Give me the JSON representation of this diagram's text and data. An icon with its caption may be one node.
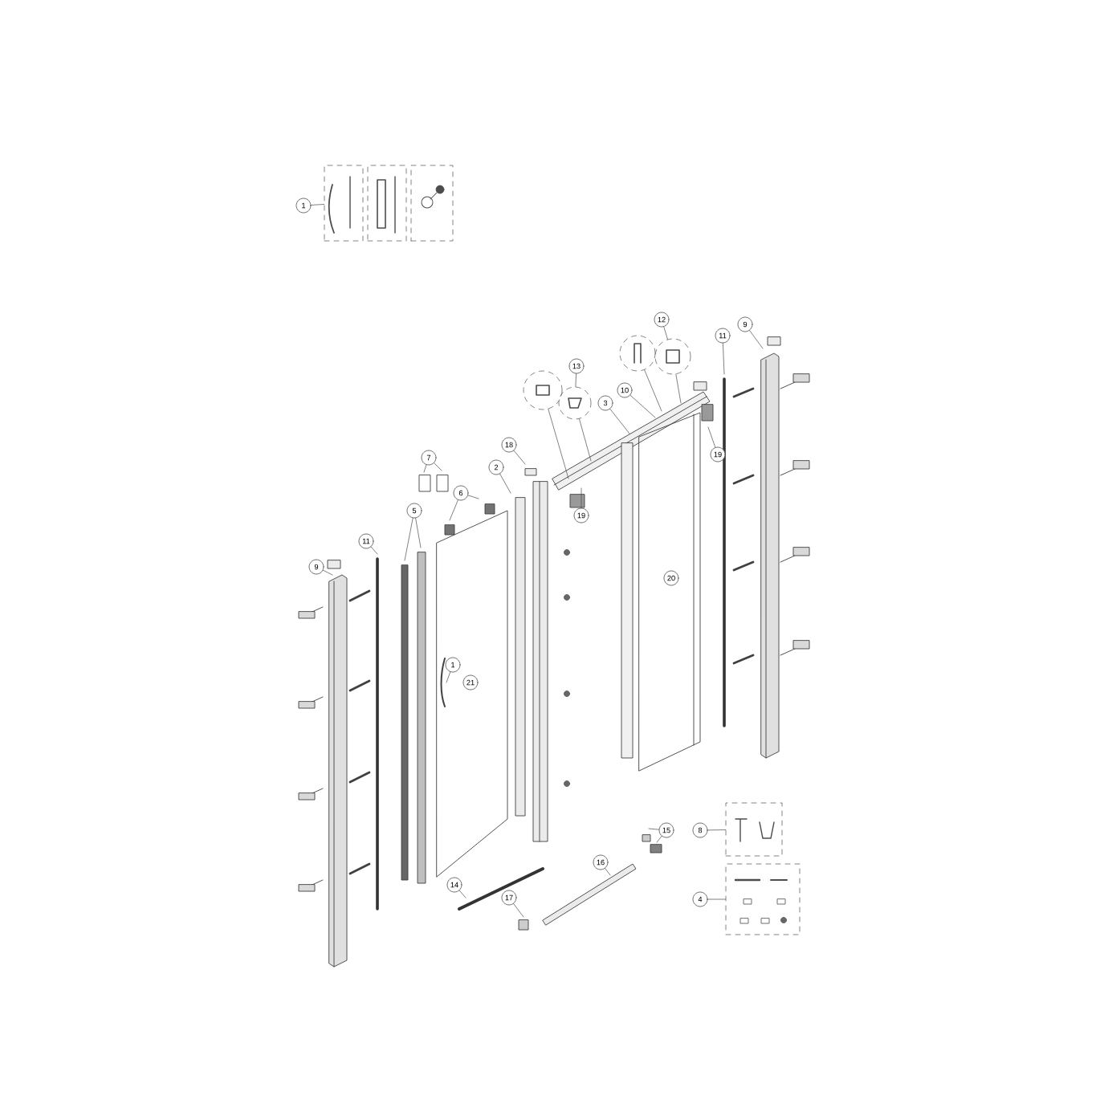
{
  "diagram": {
    "nodes": [
      {
        "text": [
          "1"
        ]
      },
      {
        "text": [
          "12"
        ]
      },
      {
        "text": [
          "9"
        ]
      },
      {
        "text": [
          "11"
        ]
      },
      {
        "text": [
          "13"
        ]
      },
      {
        "text": [
          "10"
        ]
      },
      {
        "text": [
          "3"
        ]
      },
      {
        "text": [
          "19"
        ]
      },
      {
        "text": [
          "18"
        ]
      },
      {
        "text": [
          "7"
        ]
      },
      {
        "text": [
          "2"
        ]
      },
      {
        "text": [
          "6"
        ]
      },
      {
        "text": [
          "19"
        ]
      },
      {
        "text": [
          "5"
        ]
      },
      {
        "text": [
          "11"
        ]
      },
      {
        "text": [
          "9"
        ]
      },
      {
        "text": [
          "20"
        ]
      },
      {
        "text": [
          "1"
        ]
      },
      {
        "text": [
          "21"
        ]
      },
      {
        "text": [
          "15"
        ]
      },
      {
        "text": [
          "8"
        ]
      },
      {
        "text": [
          "16"
        ]
      },
      {
        "text": [
          "14"
        ]
      },
      {
        "text": [
          "4"
        ]
      },
      {
        "text": [
          "17"
        ]
      },
      {
        "text": [],
        "shape": "box"
      },
      {
        "text": [],
        "shape": "box"
      },
      {
        "text": [],
        "shape": "box"
      },
      {
        "text": [],
        "shape": "circle"
      },
      {
        "text": [],
        "shape": "circle"
      },
      {
        "text": [],
        "shape": "circle"
      },
      {
        "text": [],
        "shape": "circle"
      },
      {
        "text": [],
        "shape": "box"
      },
      {
        "text": [],
        "shape": "box"
      }
    ],
    "edges": [
      {
        "from": 0,
        "to": 25,
        "arrow": "none"
      },
      {
        "from": 1,
        "to": 31,
        "arrow": "none"
      },
      {
        "from": 2,
        "to": null,
        "arrow": "none"
      },
      {
        "from": 3,
        "to": null,
        "arrow": "none"
      },
      {
        "from": 4,
        "to": 29,
        "arrow": "none"
      },
      {
        "from": 5,
        "to": null,
        "arrow": "none"
      },
      {
        "from": 6,
        "to": null,
        "arrow": "none"
      },
      {
        "from": 7,
        "to": null,
        "arrow": "none"
      },
      {
        "from": 8,
        "to": null,
        "arrow": "none"
      },
      {
        "from": 9,
        "to": null,
        "arrow": "none"
      },
      {
        "from": 9,
        "to": null,
        "arrow": "none"
      },
      {
        "from": 10,
        "to": null,
        "arrow": "none"
      },
      {
        "from": 11,
        "to": null,
        "arrow": "none"
      },
      {
        "from": 11,
        "to": null,
        "arrow": "none"
      },
      {
        "from": 12,
        "to": null,
        "arrow": "none"
      },
      {
        "from": 13,
        "to": null,
        "arrow": "none"
      },
      {
        "from": 13,
        "to": null,
        "arrow": "none"
      },
      {
        "from": 14,
        "to": null,
        "arrow": "none"
      },
      {
        "from": 15,
        "to": null,
        "arrow": "none"
      },
      {
        "from": 17,
        "to": null,
        "arrow": "none"
      },
      {
        "from": 19,
        "to": null,
        "arrow": "none"
      },
      {
        "from": 19,
        "to": null,
        "arrow": "none"
      },
      {
        "from": 20,
        "to": 32,
        "arrow": "none"
      },
      {
        "from": 21,
        "to": null,
        "arrow": "none"
      },
      {
        "from": 22,
        "to": null,
        "arrow": "none"
      },
      {
        "from": 23,
        "to": 33,
        "arrow": "none"
      },
      {
        "from": 24,
        "to": null,
        "arrow": "none"
      },
      {
        "from": 28,
        "to": null,
        "arrow": "none"
      },
      {
        "from": 29,
        "to": null,
        "arrow": "none"
      },
      {
        "from": 30,
        "to": null,
        "arrow": "none"
      },
      {
        "from": 31,
        "to": null,
        "arrow": "none"
      }
    ]
  }
}
